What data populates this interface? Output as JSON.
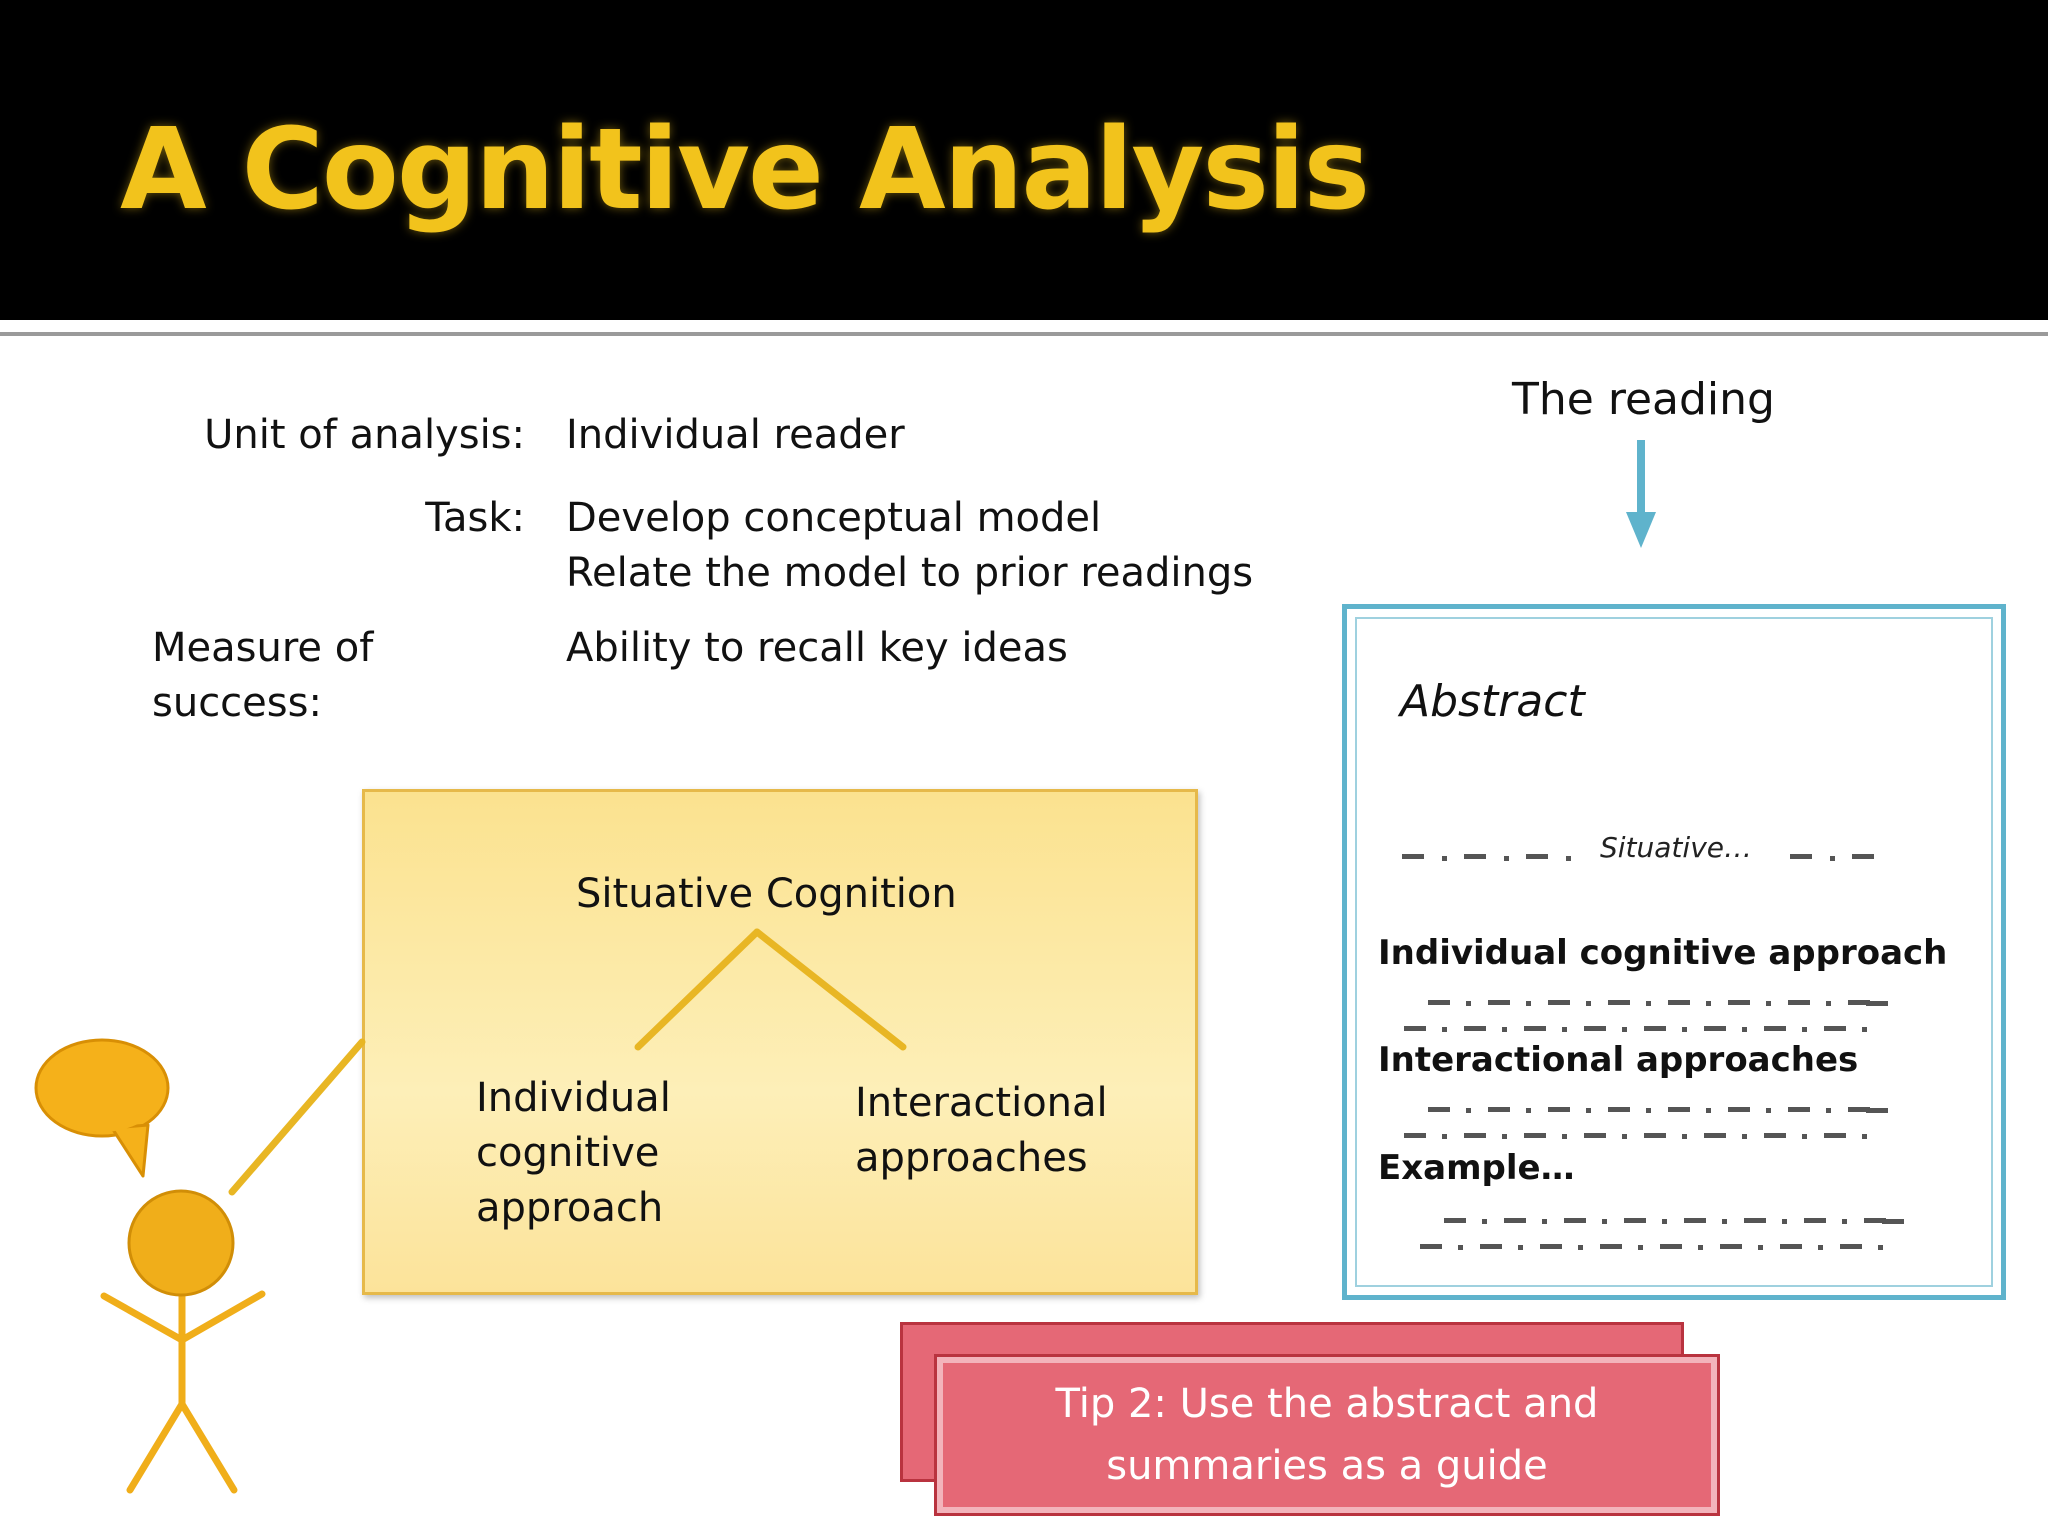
{
  "slide": {
    "title": "A Cognitive Analysis",
    "unit_label": "Unit of analysis:",
    "unit_value": "Individual reader",
    "task_label": "Task:",
    "task_value_1": "Develop conceptual model",
    "task_value_2": "Relate the model to prior readings",
    "measure_label_1": "Measure of",
    "measure_label_2": "success:",
    "measure_value": "Ability to recall key ideas"
  },
  "diagram": {
    "root": "Situative Cognition",
    "left_1": "Individual",
    "left_2": "cognitive",
    "left_3": "approach",
    "right_1": "Interactional",
    "right_2": "approaches"
  },
  "reading": {
    "label": "The reading",
    "abstract_title": "Abstract",
    "situative": "Situative…",
    "heading_1": "Individual cognitive approach",
    "heading_2": "Interactional approaches",
    "heading_3": "Example…"
  },
  "tip": {
    "line_1": "Tip 2: Use the abstract  and",
    "line_2": "summaries as a guide"
  },
  "colors": {
    "title": "#f2c31c",
    "accent_blue": "#5fb3cc",
    "diagram_fill": "#fbe28f",
    "tip_fill": "#e56876",
    "figure": "#f0ae1a"
  }
}
